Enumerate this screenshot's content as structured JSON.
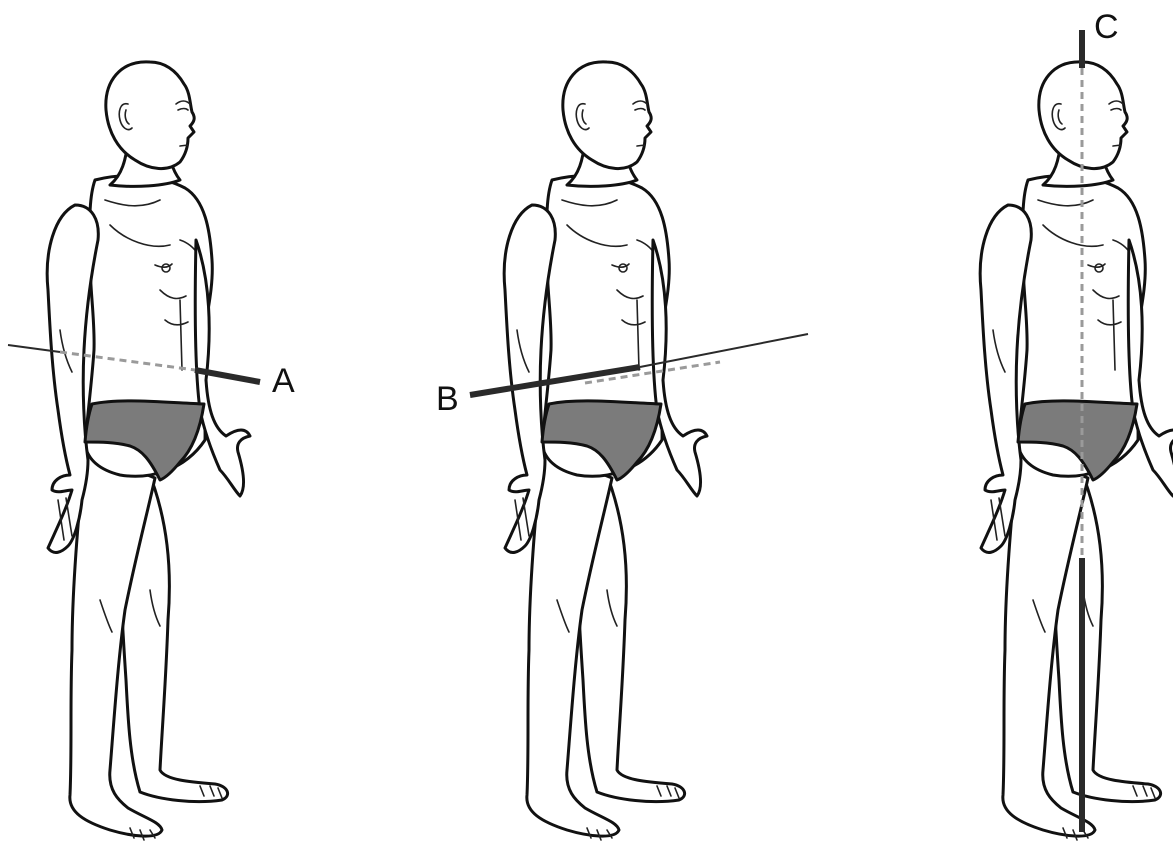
{
  "figure": {
    "colors": {
      "outline": "#111111",
      "briefs": "#7b7b7b",
      "plane_line": "#2a2a2a",
      "hidden_plane_line": "#9a9a9a",
      "background": "#ffffff"
    },
    "panels": [
      {
        "label": "A"
      },
      {
        "label": "B"
      },
      {
        "label": "C"
      }
    ]
  }
}
